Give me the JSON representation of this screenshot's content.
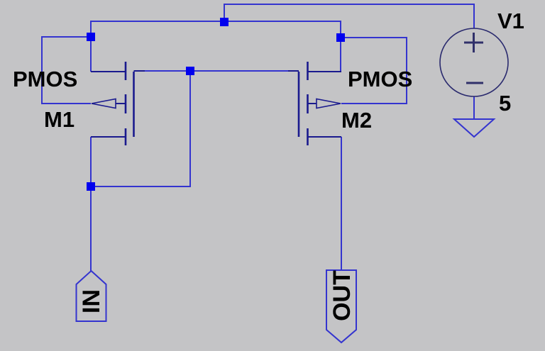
{
  "schematic": {
    "background_color": "#c4c4c6",
    "wire_color": "#3434cf",
    "symbol_color": "#1a1a8e",
    "junction_color": "#0101ee",
    "text_color": "#000000",
    "transistors": {
      "m1": {
        "type": "PMOS",
        "designator": "M1"
      },
      "m2": {
        "type": "PMOS",
        "designator": "M2"
      }
    },
    "sources": {
      "v1": {
        "designator": "V1",
        "value": "5"
      }
    },
    "ports": {
      "in": {
        "label": "IN"
      },
      "out": {
        "label": "OUT"
      }
    }
  }
}
